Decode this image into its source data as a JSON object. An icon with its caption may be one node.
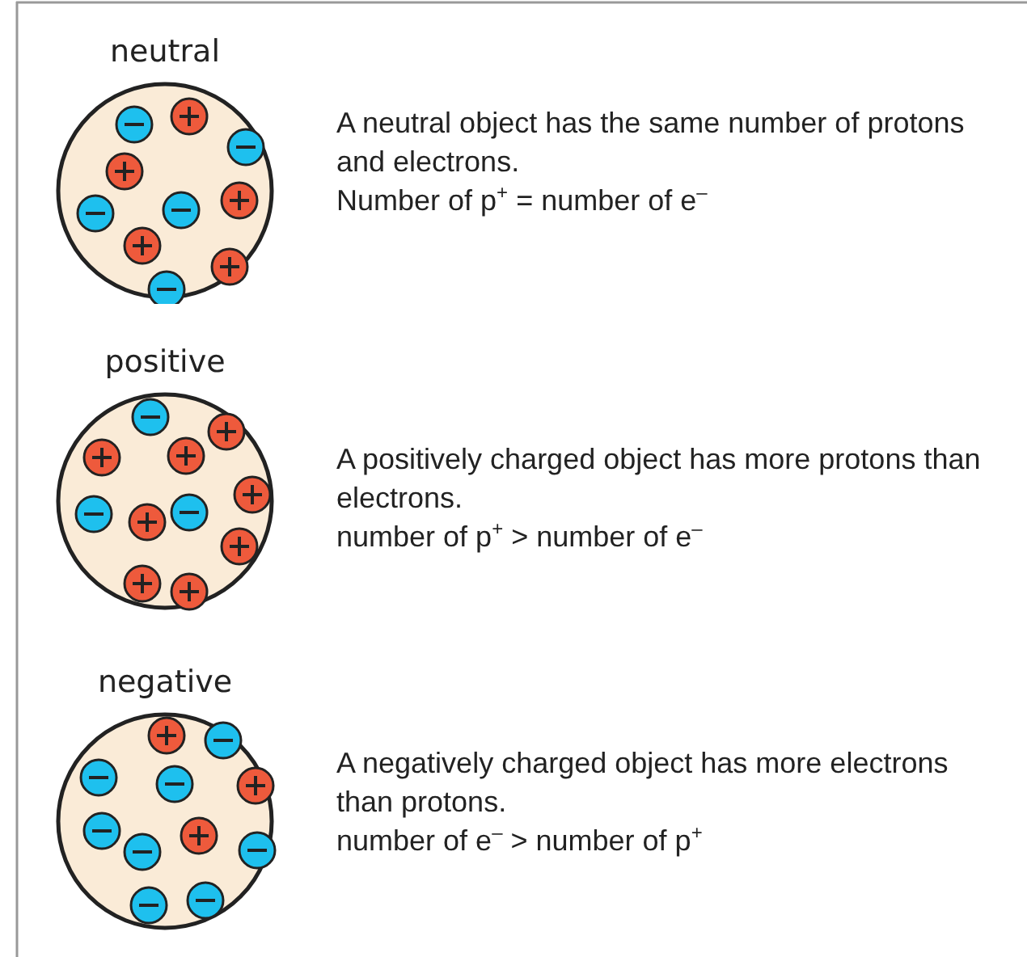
{
  "diagram": {
    "nodes": [
      {
        "text": [
          "neutral"
        ]
      },
      {
        "text": [
          "positive"
        ]
      },
      {
        "text": [
          "negative"
        ]
      }
    ],
    "edges": [],
    "labels": [
      "A neutral object has the same number of protons and electrons.",
      "Number of p$^{+}$ = number of e$^{–}$",
      "A positively charged object has more protons than electrons.",
      "number of p$^{+}$ > number of e$^{–}$",
      "A negatively charged object has more electrons than protons.",
      "number of e$^{–}$ > number of p$^{+}$"
    ]
  }
}
